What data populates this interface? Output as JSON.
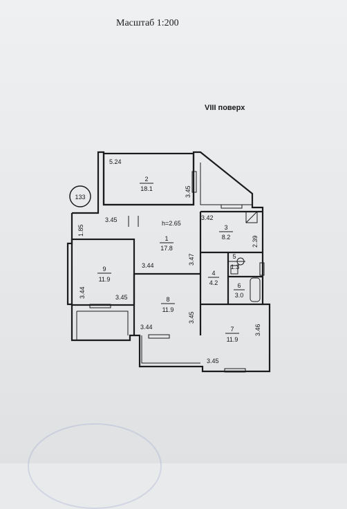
{
  "header": {
    "scale": "Масштаб 1:200",
    "floor": "VIII поверх"
  },
  "plan": {
    "apartment_number": "133",
    "ceiling_height": "h=2.65",
    "rooms": [
      {
        "id": "1",
        "area": "17.8"
      },
      {
        "id": "2",
        "area": "18.1"
      },
      {
        "id": "3",
        "area": "8.2"
      },
      {
        "id": "4",
        "area": "4.2"
      },
      {
        "id": "5",
        "area": "1.3"
      },
      {
        "id": "6",
        "area": "3.0"
      },
      {
        "id": "7",
        "area": "11.9"
      },
      {
        "id": "8",
        "area": "11.9"
      },
      {
        "id": "9",
        "area": "11.9"
      }
    ],
    "dimensions": {
      "d_524": "5.24",
      "d_345_room2": "3.45",
      "d_185": "1.85",
      "d_345_hall": "3.45",
      "d_342": "3.42",
      "d_239": "2.39",
      "d_344_hall": "3.44",
      "d_347": "3.47",
      "d_344_room9": "3.44",
      "d_345_room9": "3.45",
      "d_345_room8": "3.45",
      "d_344_room8": "3.44",
      "d_346": "3.46",
      "d_345_room7": "3.45"
    }
  }
}
